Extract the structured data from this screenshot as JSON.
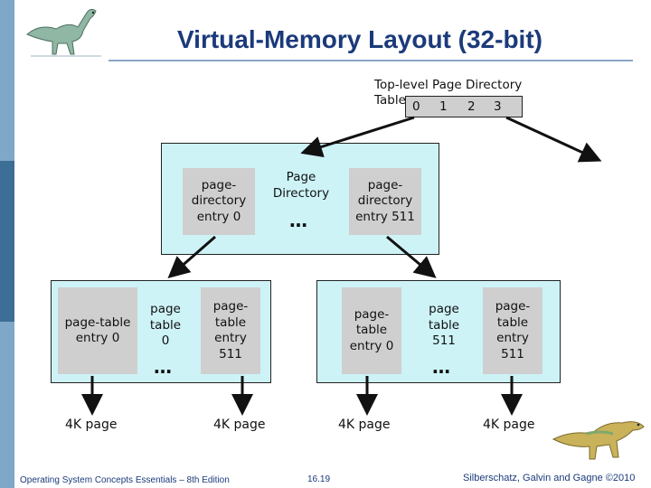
{
  "slide": {
    "title": "Virtual-Memory Layout (32-bit)",
    "top_level": {
      "label": "Top-level Page Directory Table",
      "line1": "Top-level Page Directory",
      "line2": "Table",
      "indices": [
        "0",
        "1",
        "2",
        "3"
      ]
    },
    "page_directory": {
      "entry0": "page-directory entry 0",
      "title": "Page Directory",
      "ellipsis": "…",
      "entry511": "page-directory entry 511"
    },
    "left_table_group": {
      "entry0": "page-table entry 0",
      "table0": "page table 0",
      "ellipsis": "…",
      "entry511": "page-table entry 511"
    },
    "right_table_group": {
      "entry0": "page-table entry 0",
      "table511": "page table 511",
      "ellipsis": "…",
      "entry511": "page-table entry 511"
    },
    "pages": [
      "4K page",
      "4K page",
      "4K page",
      "4K page"
    ],
    "footer": {
      "left": "Operating System Concepts Essentials – 8th Edition",
      "center": "16.19",
      "right": "Silberschatz, Galvin and Gagne ©2010"
    }
  }
}
